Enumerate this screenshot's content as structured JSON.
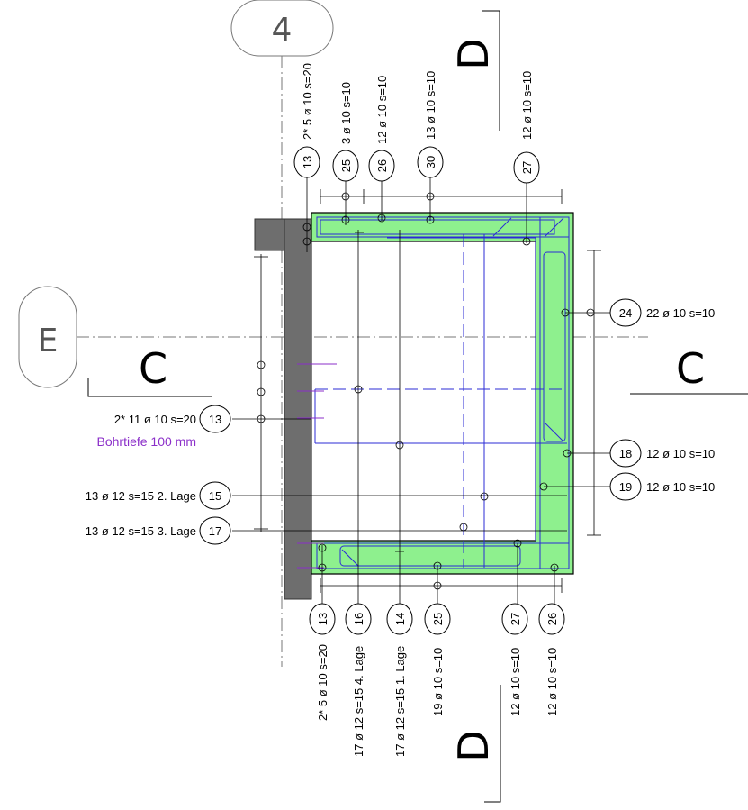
{
  "grid": {
    "axis_4": "4",
    "axis_e": "E"
  },
  "sections": {
    "c_left": "C",
    "c_right": "C",
    "d_top": "D",
    "d_bottom": "D"
  },
  "top_labels": [
    {
      "pos": "13",
      "text": "2* 5 ø 10 s=20"
    },
    {
      "pos": "25",
      "text": "3 ø 10 s=10"
    },
    {
      "pos": "26",
      "text": "12 ø 10 s=10"
    },
    {
      "pos": "30",
      "text": "13 ø 10 s=10"
    },
    {
      "pos": "27",
      "text": "12 ø 10 s=10"
    }
  ],
  "bottom_labels": [
    {
      "pos": "13",
      "text": "2* 5 ø 10 s=20"
    },
    {
      "pos": "16",
      "text": "17 ø 12 s=15 4. Lage"
    },
    {
      "pos": "14",
      "text": "17 ø 12 s=15 1. Lage"
    },
    {
      "pos": "25",
      "text": "19 ø 10 s=10"
    },
    {
      "pos": "27",
      "text": "12 ø 10 s=10"
    },
    {
      "pos": "26",
      "text": "12 ø 10 s=10"
    }
  ],
  "right_labels": [
    {
      "pos": "24",
      "text": "22 ø 10 s=10"
    },
    {
      "pos": "18",
      "text": "12 ø 10 s=10"
    },
    {
      "pos": "19",
      "text": "12 ø 10 s=10"
    }
  ],
  "left_labels": [
    {
      "pos": "13",
      "text": "2* 11 ø 10 s=20"
    },
    {
      "pos": "15",
      "text": "13 ø 12 s=15 2. Lage"
    },
    {
      "pos": "17",
      "text": "13 ø 12 s=15 3. Lage"
    }
  ],
  "note": "Bohrtiefe 100 mm",
  "colors": {
    "fill": "#8ef08e",
    "rebar": "#2b2bd6",
    "wall": "#6e6e6e",
    "note": "#8b2fc9"
  }
}
